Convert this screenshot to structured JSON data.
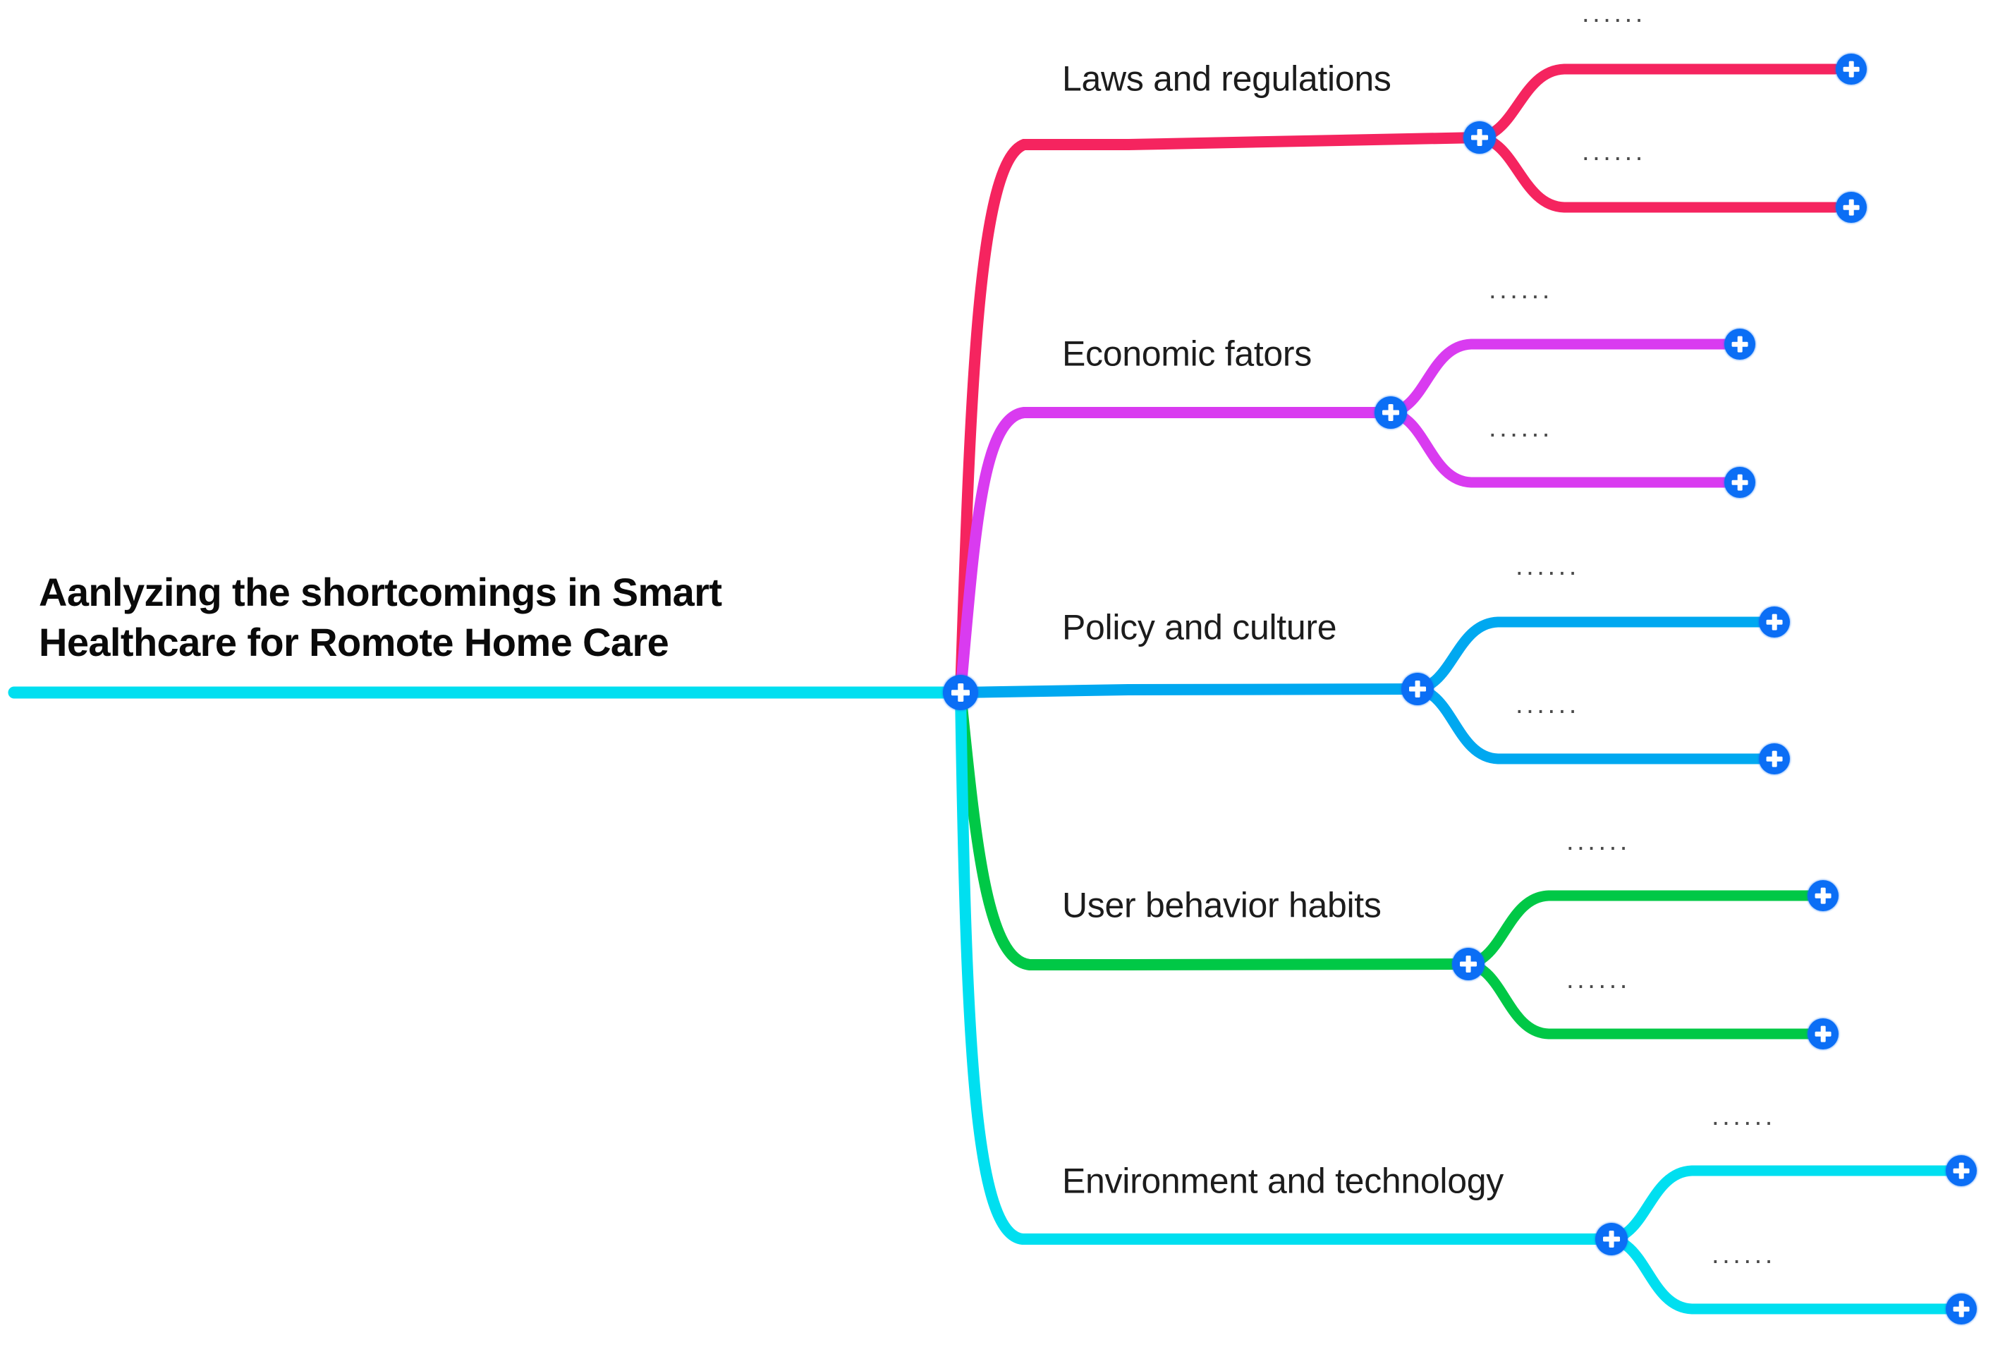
{
  "diagram": {
    "type": "mind-map",
    "orientation": "left-to-right",
    "background_color": "#ffffff",
    "node_color": "#0b6ef5",
    "node_glyph": "plus-icon"
  },
  "root": {
    "title_line_1": "Aanlyzing the shortcomings in Smart",
    "title_line_2": "Healthcare for Romote Home Care",
    "color": "#00dff0"
  },
  "ellipsis": "······",
  "branches": [
    {
      "label": "Laws and regulations",
      "color": "#f5245f",
      "children": [
        {
          "label": "······"
        },
        {
          "label": "······"
        }
      ]
    },
    {
      "label": "Economic fators",
      "color": "#d93bf0",
      "children": [
        {
          "label": "······"
        },
        {
          "label": "······"
        }
      ]
    },
    {
      "label": "Policy and culture",
      "color": "#00a8f0",
      "children": [
        {
          "label": "······"
        },
        {
          "label": "······"
        }
      ]
    },
    {
      "label": "User behavior habits",
      "color": "#00c846",
      "children": [
        {
          "label": "······"
        },
        {
          "label": "······"
        }
      ]
    },
    {
      "label": "Environment and technology",
      "color": "#00dff0",
      "children": [
        {
          "label": "······"
        },
        {
          "label": "······"
        }
      ]
    }
  ]
}
